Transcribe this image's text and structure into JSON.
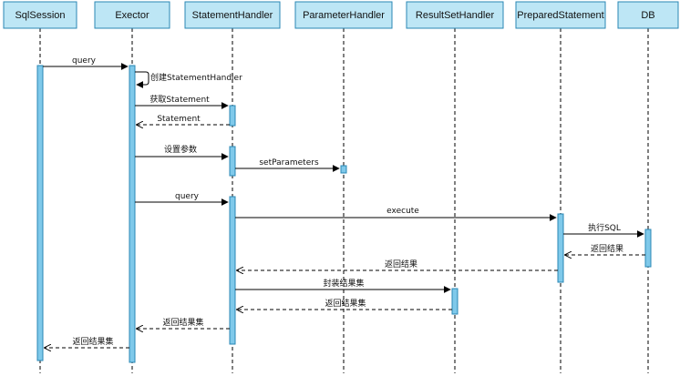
{
  "colors": {
    "header_fill": "#bde6f5",
    "header_stroke": "#2a87b4",
    "activation_fill": "#7fc9ea",
    "activation_stroke": "#2a87b4",
    "line": "#000000"
  },
  "participants": [
    {
      "id": "sqlsession",
      "label": "SqlSession"
    },
    {
      "id": "exector",
      "label": "Exector"
    },
    {
      "id": "statementhandler",
      "label": "StatementHandler"
    },
    {
      "id": "parameterhandler",
      "label": "ParameterHandler"
    },
    {
      "id": "resultsethandler",
      "label": "ResultSetHandler"
    },
    {
      "id": "preparedstatement",
      "label": "PreparedStatement"
    },
    {
      "id": "db",
      "label": "DB"
    }
  ],
  "messages": [
    {
      "label": "query",
      "style": "call"
    },
    {
      "label": "创建StatementHandler",
      "style": "self"
    },
    {
      "label": "获取Statement",
      "style": "call"
    },
    {
      "label": "Statement",
      "style": "return"
    },
    {
      "label": "设置参数",
      "style": "call"
    },
    {
      "label": "setParameters",
      "style": "call"
    },
    {
      "label": "query",
      "style": "call"
    },
    {
      "label": "execute",
      "style": "call"
    },
    {
      "label": "执行SQL",
      "style": "call"
    },
    {
      "label": "返回结果",
      "style": "return"
    },
    {
      "label": "返回结果",
      "style": "return"
    },
    {
      "label": "封装结果集",
      "style": "call"
    },
    {
      "label": "返回结果集",
      "style": "return"
    },
    {
      "label": "返回结果集",
      "style": "return"
    },
    {
      "label": "返回结果集",
      "style": "return"
    }
  ]
}
